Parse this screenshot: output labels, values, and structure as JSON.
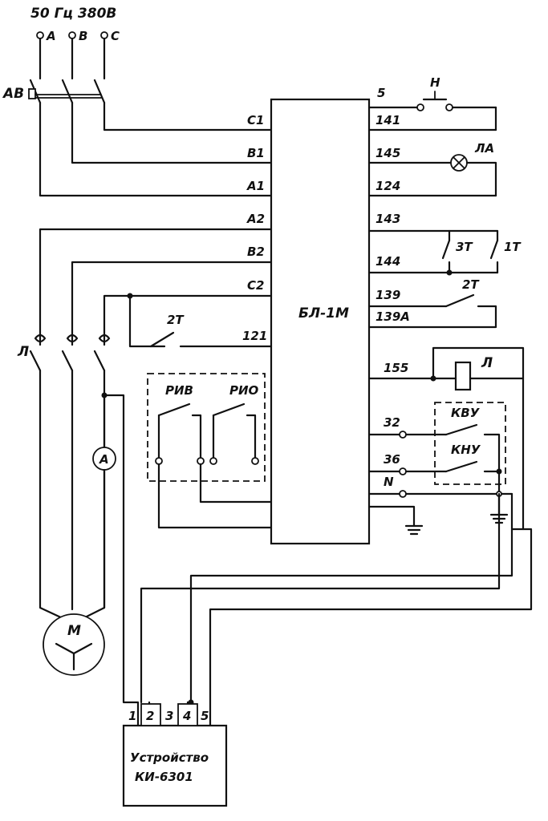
{
  "supply": {
    "freq_voltage": "50 Гц 380В",
    "phase_a": "А",
    "phase_b": "В",
    "phase_c": "С",
    "breaker": "АВ"
  },
  "block": {
    "name": "БЛ-1М",
    "left_terminals": [
      "С1",
      "В1",
      "А1",
      "А2",
      "В2",
      "С2",
      "121"
    ],
    "right_terminals": [
      "141",
      "145",
      "124",
      "143",
      "144",
      "139",
      "139А",
      "155",
      "32",
      "36",
      "N"
    ],
    "top_right_terminal": "5"
  },
  "components": {
    "button": "Н",
    "lamp": "ЛА",
    "relay_3t": "3Т",
    "relay_1t": "1Т",
    "relay_2t_right": "2Т",
    "relay_2t_left": "2Т",
    "contactor_coil": "Л",
    "contactor_main": "Л",
    "switch_kvu": "КВУ",
    "switch_knu": "КНУ",
    "riv": "РИВ",
    "rio": "РИО",
    "ammeter": "А",
    "motor": "М"
  },
  "device": {
    "line1": "Устройство",
    "line2": "КИ-6301",
    "terminals": [
      "1",
      "2",
      "3",
      "4",
      "5"
    ]
  }
}
